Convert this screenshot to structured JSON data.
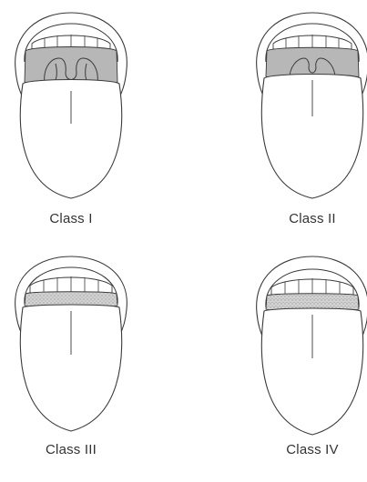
{
  "figure": {
    "panels": [
      {
        "caption": "Class I"
      },
      {
        "caption": "Class II"
      },
      {
        "caption": "Class III"
      },
      {
        "caption": "Class IV"
      }
    ]
  },
  "colors": {
    "line": "#3a3a3a",
    "shade": "#b7b7b7",
    "speckle": "#8a8a8a",
    "tongue": "#ffffff"
  }
}
